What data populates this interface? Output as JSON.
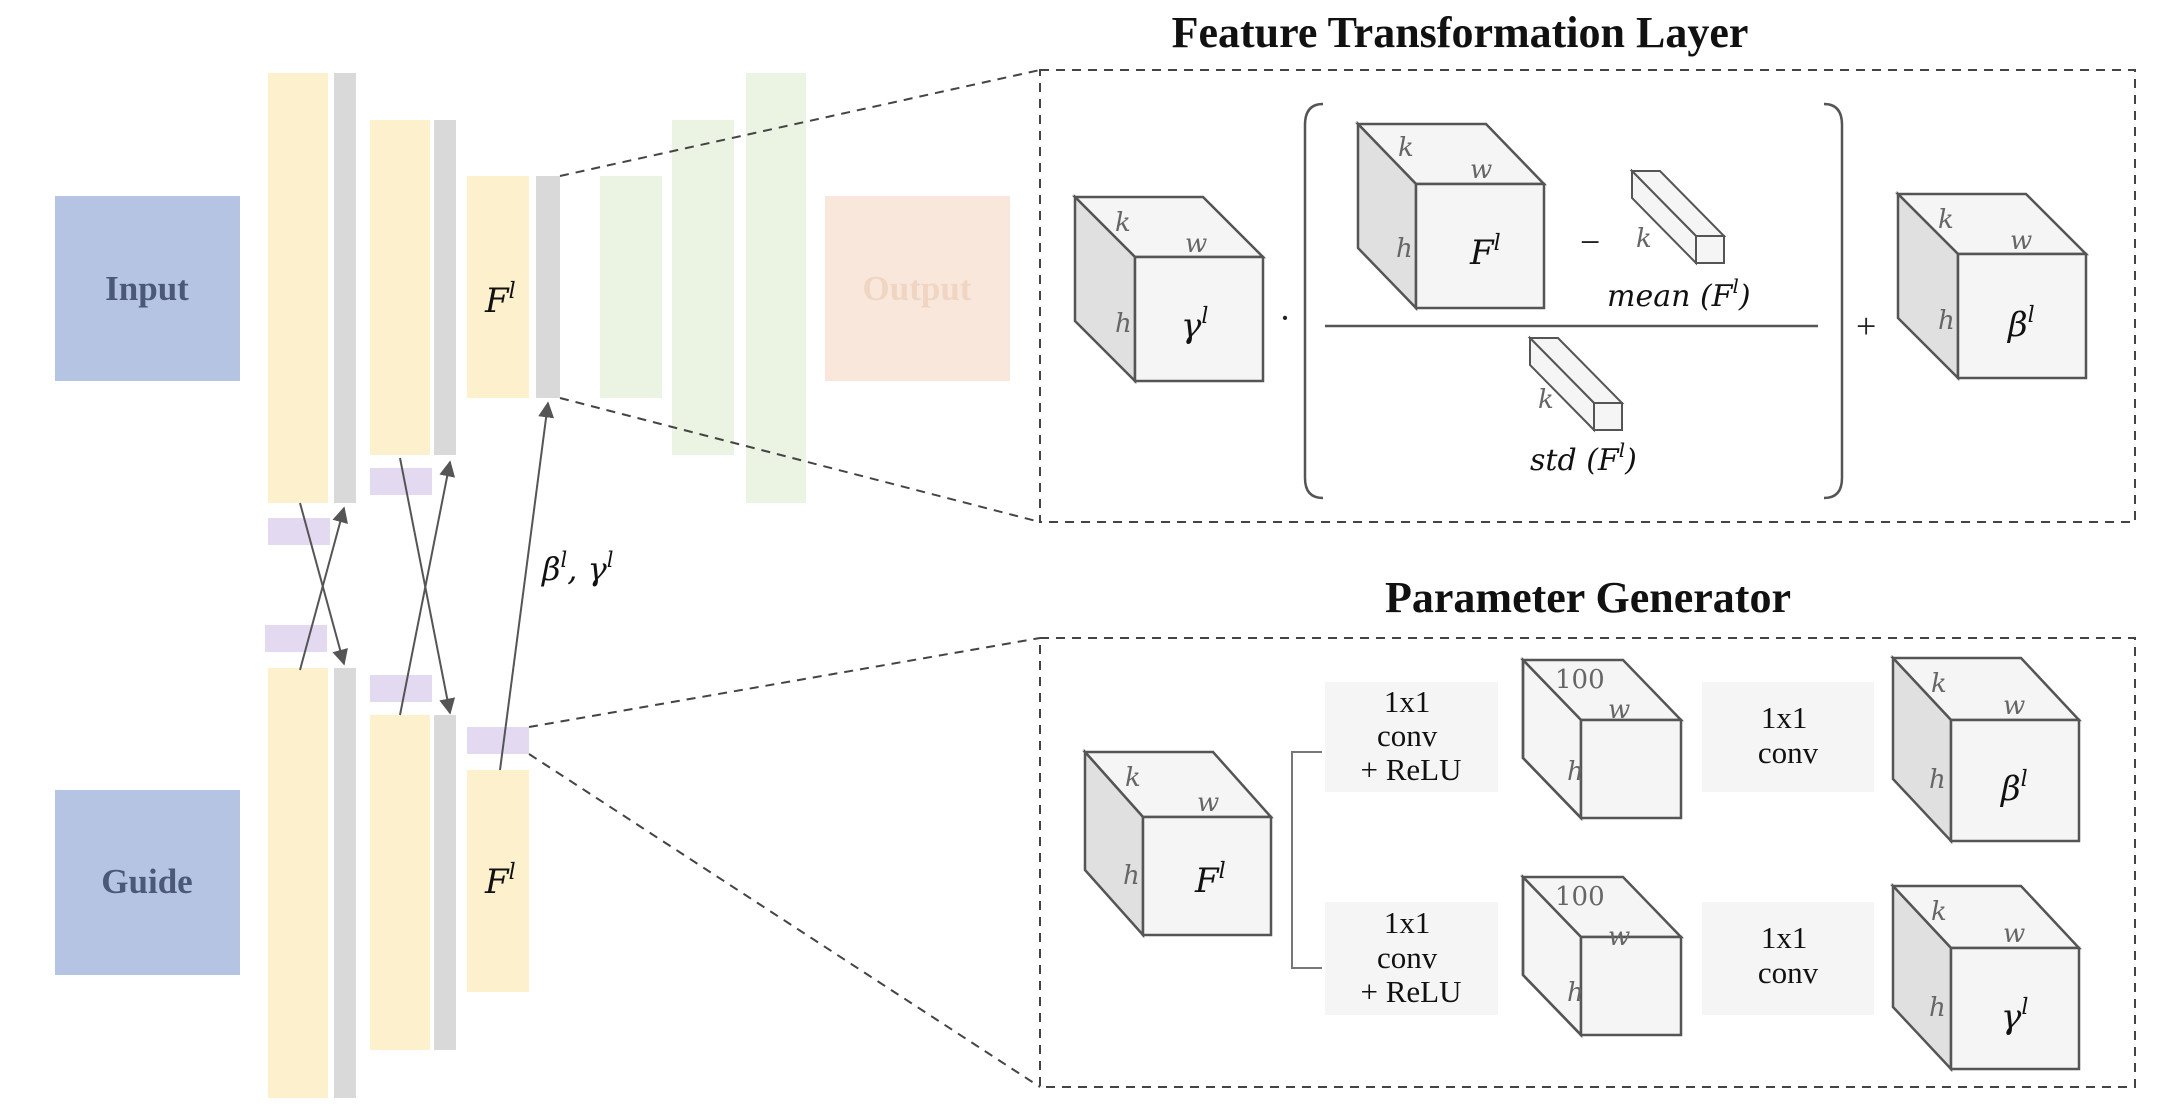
{
  "titles": {
    "ftl": "Feature Transformation Layer",
    "pg": "Parameter Generator"
  },
  "blocks": {
    "input": "Input",
    "guide": "Guide",
    "output": "Output"
  },
  "labels": {
    "F": "F",
    "sup_l": "l",
    "beta": "β",
    "gamma": "γ",
    "comma": ", ",
    "mean_prefix": "mean (",
    "std_prefix": "std (",
    "close_paren": ")",
    "k": "k",
    "w": "w",
    "h": "h",
    "hundred": "100"
  },
  "operators": {
    "dot": "·",
    "minus": "−",
    "plus": "+"
  },
  "conv": {
    "relu_lines": [
      "1x1",
      "conv",
      "+ ReLU"
    ],
    "plain_lines": [
      "1x1",
      "conv"
    ]
  },
  "colors": {
    "input_box": "#b5c4e3",
    "output_box": "#f9e7dc",
    "output_text": "#f0d5c3",
    "encoder_bar": "#fdf1cd",
    "norm_bar": "#d9d9d9",
    "decoder_bar": "#ebf3e3",
    "param_bar": "#e3d9f1",
    "cube_front": "#f5f5f5",
    "cube_side": "#e0e0e0"
  }
}
